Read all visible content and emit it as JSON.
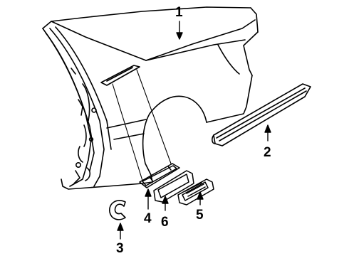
{
  "colors": {
    "ink": "#000000",
    "paper": "#ffffff"
  },
  "callouts": [
    {
      "id": "1",
      "label": "1",
      "part": "quarter-panel"
    },
    {
      "id": "2",
      "label": "2",
      "part": "body-side-molding"
    },
    {
      "id": "3",
      "label": "3",
      "part": "wheel-opening-clip"
    },
    {
      "id": "4",
      "label": "4",
      "part": "side-marker-gasket"
    },
    {
      "id": "5",
      "label": "5",
      "part": "side-marker-lamp"
    },
    {
      "id": "6",
      "label": "6",
      "part": "side-marker-bezel"
    }
  ]
}
